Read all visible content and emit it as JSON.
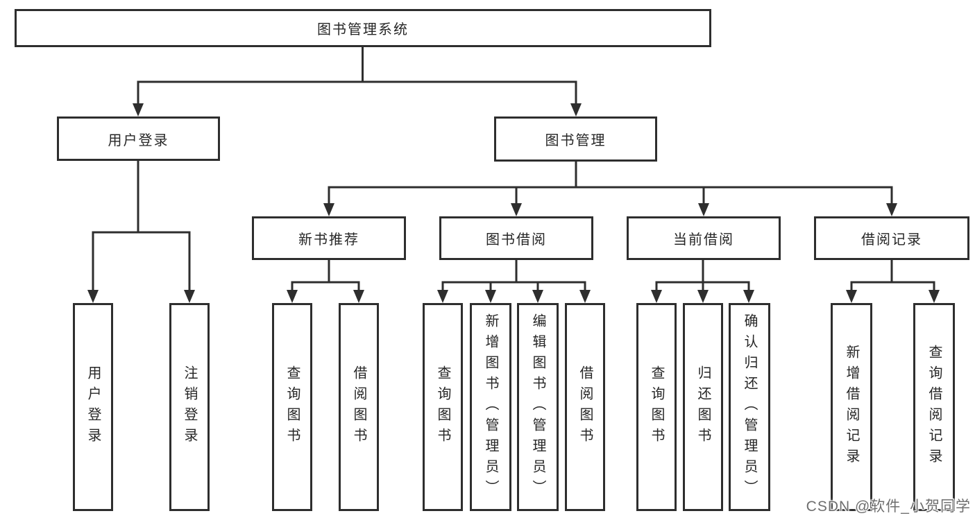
{
  "diagram": {
    "nodes": {
      "root": "图书管理系统",
      "user_login": "用户登录",
      "book_mgmt": "图书管理",
      "login": "用户登录",
      "logout": "注销登录",
      "new_book_rec": "新书推荐",
      "book_borrow": "图书借阅",
      "current_borrow": "当前借阅",
      "borrow_record": "借阅记录",
      "nbr_query": "查询图书",
      "nbr_borrow": "借阅图书",
      "bb_query": "查询图书",
      "bb_add": "新增图书（管理员）",
      "bb_edit": "编辑图书（管理员）",
      "bb_borrow": "借阅图书",
      "cb_query": "查询图书",
      "cb_return": "归还图书",
      "cb_confirm": "确认归还（管理员）",
      "br_add": "新增借阅记录",
      "br_query": "查询借阅记录"
    }
  },
  "watermark": {
    "text": "CSDN @软件_小贺同学"
  },
  "colors": {
    "line": "#2e2e2e",
    "ink": "#262626",
    "wm": "#6e6e6e",
    "bg": "#ffffff"
  }
}
